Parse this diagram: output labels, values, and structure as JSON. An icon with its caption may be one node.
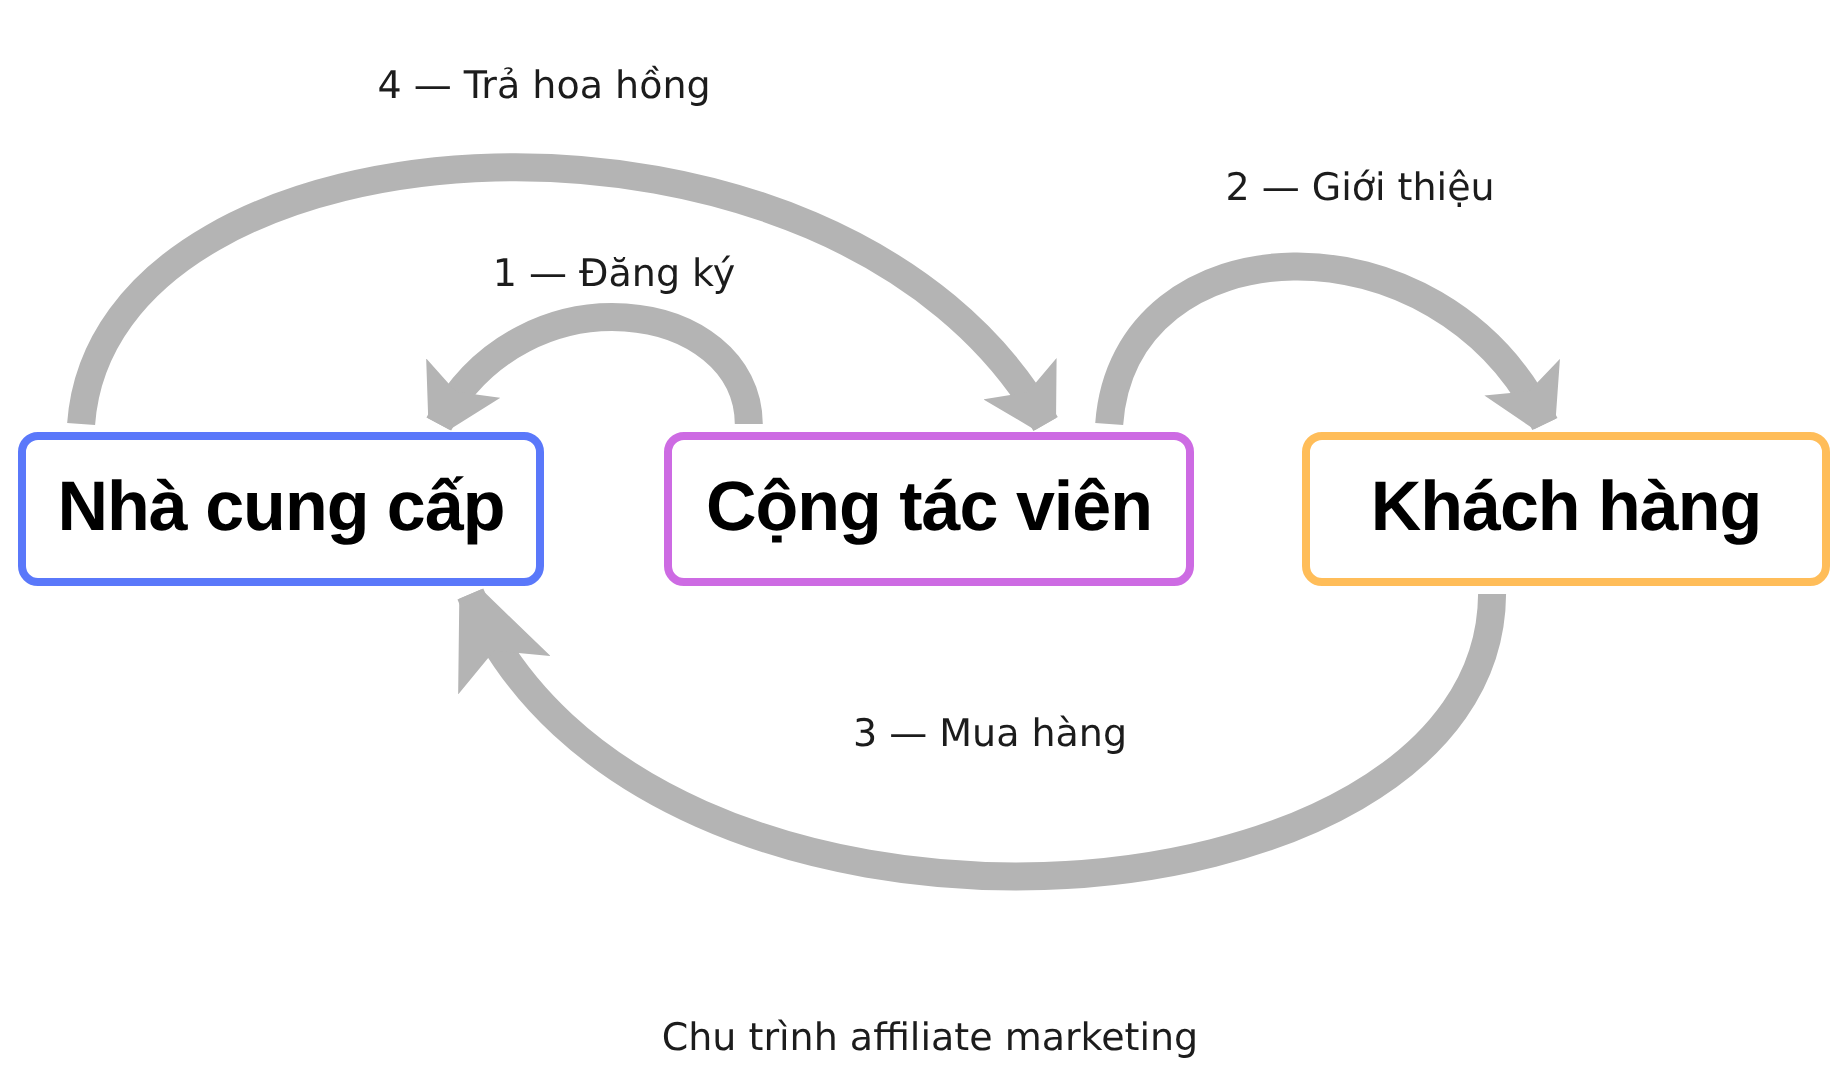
{
  "diagram": {
    "caption": "Chu trình affiliate marketing",
    "nodes": [
      {
        "text": [
          "Nhà cung cấp"
        ]
      },
      {
        "text": [
          "Cộng tác viên"
        ]
      },
      {
        "text": [
          "Khách hàng"
        ]
      }
    ],
    "edges": [
      {
        "from": 1,
        "to": 0,
        "arrow": "to",
        "label": "1 — Đăng ký"
      },
      {
        "from": 1,
        "to": 2,
        "arrow": "to",
        "label": "2 — Giới thiệu"
      },
      {
        "from": 2,
        "to": 0,
        "arrow": "to",
        "label": "3 — Mua hàng"
      },
      {
        "from": 0,
        "to": 1,
        "arrow": "to",
        "label": "4 — Trả hoa hồng"
      }
    ]
  }
}
